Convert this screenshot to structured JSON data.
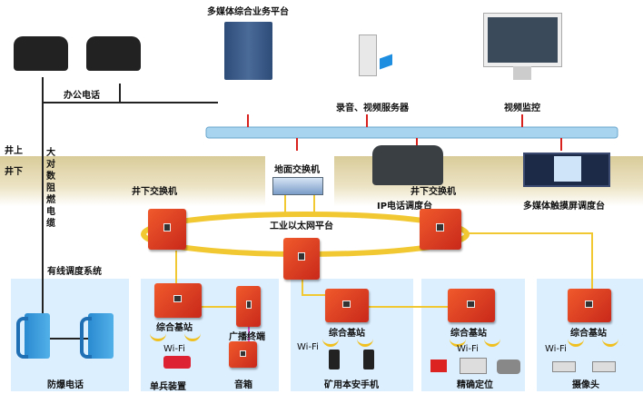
{
  "top": {
    "platform_label": "多媒体综合业务平台",
    "office_phone_label": "办公电话",
    "server_label": "录音、视频服务器",
    "monitor_label": "视频监控",
    "ground_switch_label": "地面交换机",
    "ip_phone_label": "IP电话调度台",
    "touch_desk_label": "多媒体触摸屏调度台"
  },
  "levels": {
    "above": "井上",
    "below": "井下"
  },
  "cable_label": [
    "大",
    "对",
    "数",
    "阻",
    "燃",
    "电",
    "缆"
  ],
  "underground": {
    "switch_left_label": "井下交换机",
    "switch_right_label": "井下交换机",
    "ethernet_label": "工业以太网平台",
    "wired_system_label": "有线调度系统"
  },
  "zones": {
    "phones": {
      "label": "防爆电话"
    },
    "z2": {
      "station": "综合基站",
      "broadcast": "广播终端",
      "wifi": "Wi-Fi",
      "device": "单兵装置",
      "speaker": "音箱"
    },
    "z3": {
      "station": "综合基站",
      "wifi": "Wi-Fi",
      "device": "矿用本安手机"
    },
    "z4": {
      "station": "综合基站",
      "wifi": "Wi-Fi",
      "device": "精确定位"
    },
    "z5": {
      "station": "综合基站",
      "wifi": "Wi-Fi",
      "device": "摄像头"
    }
  },
  "colors": {
    "bus": "#a8d4f0",
    "ring": "#f2c832",
    "zone": "#dcefff",
    "device": "#e0412a"
  }
}
